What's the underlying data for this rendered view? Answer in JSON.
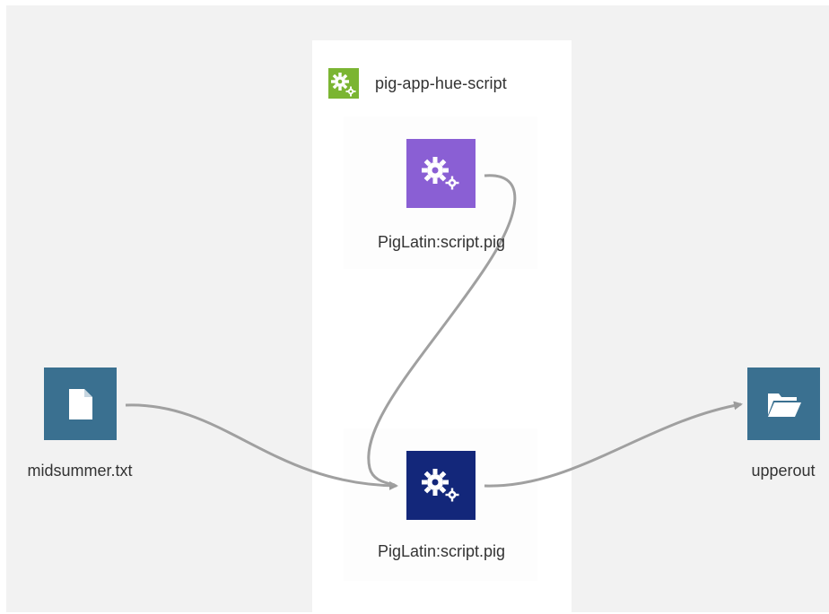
{
  "group": {
    "title": "pig-app-hue-script",
    "icon": "gears-icon",
    "color": "#7bb532"
  },
  "nodes": {
    "input_file": {
      "label": "midsummer.txt",
      "icon": "file-icon",
      "color": "#3a7090"
    },
    "script_top": {
      "label": "PigLatin:script.pig",
      "icon": "gears-icon",
      "color": "#8a5fd4"
    },
    "script_bottom": {
      "label": "PigLatin:script.pig",
      "icon": "gears-icon",
      "color": "#13277a"
    },
    "output_folder": {
      "label": "upperout",
      "icon": "folder-icon",
      "color": "#3a7090"
    }
  },
  "edges": [
    {
      "from": "input_file",
      "to": "script_bottom"
    },
    {
      "from": "script_top",
      "to": "script_bottom"
    },
    {
      "from": "script_bottom",
      "to": "output_folder"
    }
  ]
}
